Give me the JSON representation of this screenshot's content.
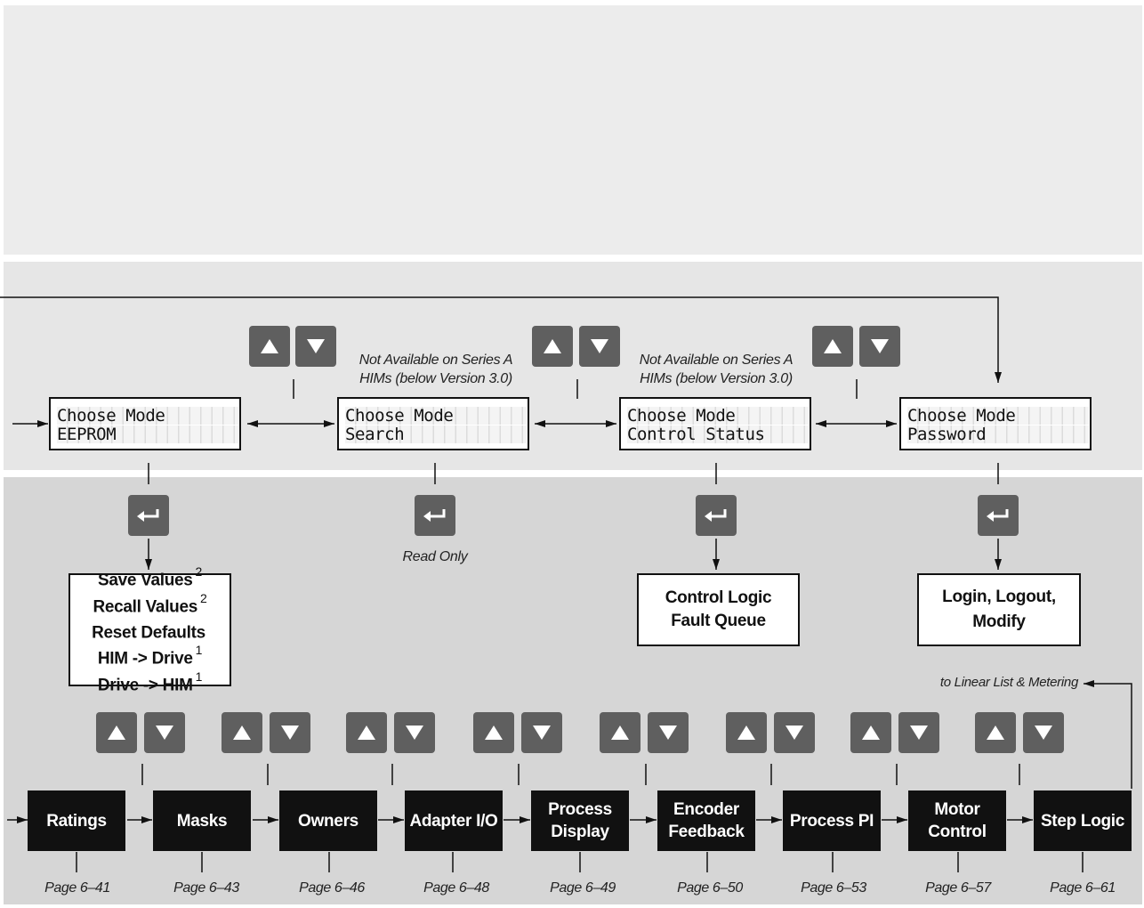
{
  "modes": [
    {
      "line1": "Choose Mode",
      "line2": "EEPROM"
    },
    {
      "line1": "Choose Mode",
      "line2": "Search",
      "note": [
        "Not Available on Series A",
        "HIMs (below Version 3.0)"
      ],
      "result_note": "Read Only"
    },
    {
      "line1": "Choose Mode",
      "line2": "Control Status",
      "note": [
        "Not Available on Series A",
        "HIMs (below Version 3.0)"
      ]
    },
    {
      "line1": "Choose Mode",
      "line2": "Password"
    }
  ],
  "eeprom_options": [
    {
      "text": "Save Values",
      "sup": "2"
    },
    {
      "text": "Recall Values",
      "sup": "2"
    },
    {
      "text": "Reset Defaults",
      "sup": ""
    },
    {
      "text": "HIM -> Drive",
      "sup": "1"
    },
    {
      "text": "Drive -> HIM",
      "sup": "1"
    }
  ],
  "control_status_options": [
    "Control Logic",
    "Fault Queue"
  ],
  "password_options": [
    "Login, Logout,",
    "Modify"
  ],
  "linear_list_note": "to Linear List & Metering",
  "groups": [
    {
      "label": "Ratings",
      "page": "Page 6–41"
    },
    {
      "label": "Masks",
      "page": "Page 6–43"
    },
    {
      "label": "Owners",
      "page": "Page 6–46"
    },
    {
      "label": "Adapter I/O",
      "page": "Page 6–48"
    },
    {
      "label": "Process Display",
      "page": "Page 6–49"
    },
    {
      "label": "Encoder Feedback",
      "page": "Page 6–50"
    },
    {
      "label": "Process PI",
      "page": "Page 6–53"
    },
    {
      "label": "Motor Control",
      "page": "Page 6–57"
    },
    {
      "label": "Step Logic",
      "page": "Page 6–61"
    }
  ],
  "icons": {
    "up_key": "up-arrow-key-icon",
    "down_key": "down-arrow-key-icon",
    "enter_key": "enter-key-icon"
  },
  "colors": {
    "key": "#5f5f5f",
    "group_box": "#111111",
    "band_mid": "#e6e6e6",
    "band_bottom": "#d6d6d6"
  }
}
